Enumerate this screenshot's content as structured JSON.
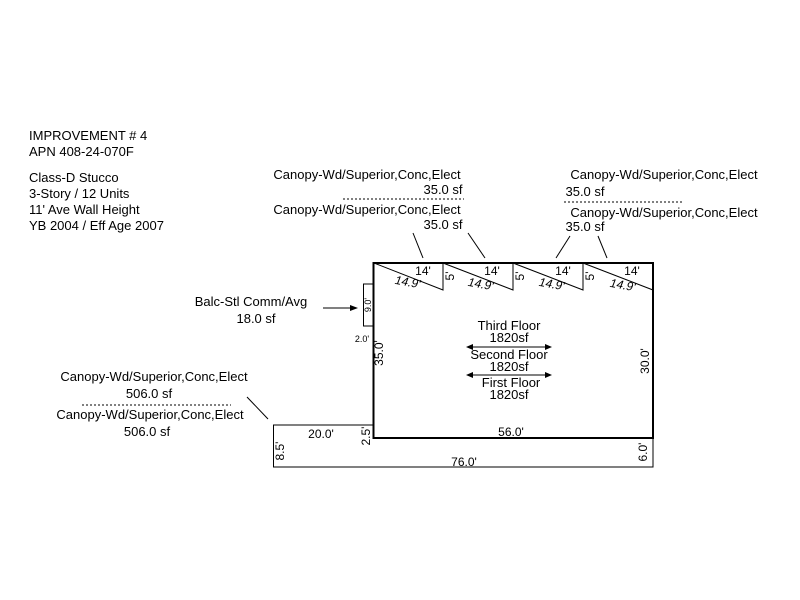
{
  "info": {
    "line1": "IMPROVEMENT # 4",
    "line2": "APN 408-24-070F",
    "line3": "Class-D Stucco",
    "line4": "3-Story / 12 Units",
    "line5": "11' Ave Wall Height",
    "line6": "YB 2004 / Eff Age 2007"
  },
  "canopy_left": {
    "label_top": "Canopy-Wd/Superior,Conc,Elect",
    "area_top": "35.0 sf",
    "label_bottom": "Canopy-Wd/Superior,Conc,Elect",
    "area_bottom": "35.0 sf"
  },
  "canopy_right": {
    "label_top": "Canopy-Wd/Superior,Conc,Elect",
    "area_top": "35.0 sf",
    "label_bottom": "Canopy-Wd/Superior,Conc,Elect",
    "area_bottom": "35.0 sf"
  },
  "canopy_front": {
    "label_top": "Canopy-Wd/Superior,Conc,Elect",
    "area_top": "506.0 sf",
    "label_bottom": "Canopy-Wd/Superior,Conc,Elect",
    "area_bottom": "506.0 sf"
  },
  "balcony": {
    "label": "Balc-Stl Comm/Avg",
    "area": "18.0 sf",
    "dim_long": "9.0'",
    "dim_short": "2.0'"
  },
  "floors": [
    {
      "name": "Third Floor",
      "area": "1820sf"
    },
    {
      "name": "Second Floor",
      "area": "1820sf"
    },
    {
      "name": "First Floor",
      "area": "1820sf"
    }
  ],
  "dims": {
    "left_wall": "35.0'",
    "right_wall": "30.0'",
    "bottom_wall": "56.0'",
    "front_step": "2.5'",
    "canopy_width": "20.0'",
    "canopy_depth": "8.5'",
    "overall_width": "76.0'",
    "right_depth": "6.0'",
    "triangle_top": "14'",
    "triangle_side": "5'",
    "triangle_hyp": "14.9'"
  }
}
